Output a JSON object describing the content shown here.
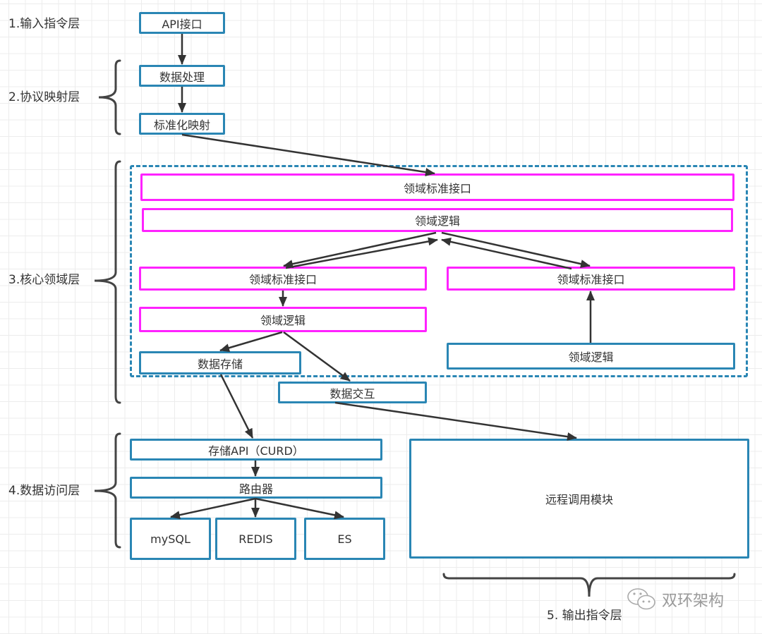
{
  "layers": {
    "input": "1.输入指令层",
    "protocol": "2.协议映射层",
    "core": "3.核心领域层",
    "data_access": "4.数据访问层",
    "output": "5. 输出指令层"
  },
  "input_layer": {
    "api": "API接口"
  },
  "protocol_layer": {
    "process": "数据处理",
    "mapping": "标准化映射"
  },
  "core_layer": {
    "std_interface_top": "领域标准接口",
    "logic_top": "领域逻辑",
    "left_std_interface": "领域标准接口",
    "left_logic": "领域逻辑",
    "right_std_interface": "领域标准接口",
    "right_logic": "领域逻辑",
    "data_storage": "数据存储",
    "data_exchange": "数据交互"
  },
  "data_access_layer": {
    "storage_api": "存储API（CURD）",
    "router": "路由器",
    "stores": [
      "mySQL",
      "REDIS",
      "ES"
    ]
  },
  "output_layer": {
    "remote": "远程调用模块"
  },
  "watermark": {
    "icon": "wechat-icon",
    "text": "双环架构"
  },
  "colors": {
    "box_border": "#2a86b4",
    "domain_border": "#ff22ff",
    "arrow": "#333333"
  }
}
